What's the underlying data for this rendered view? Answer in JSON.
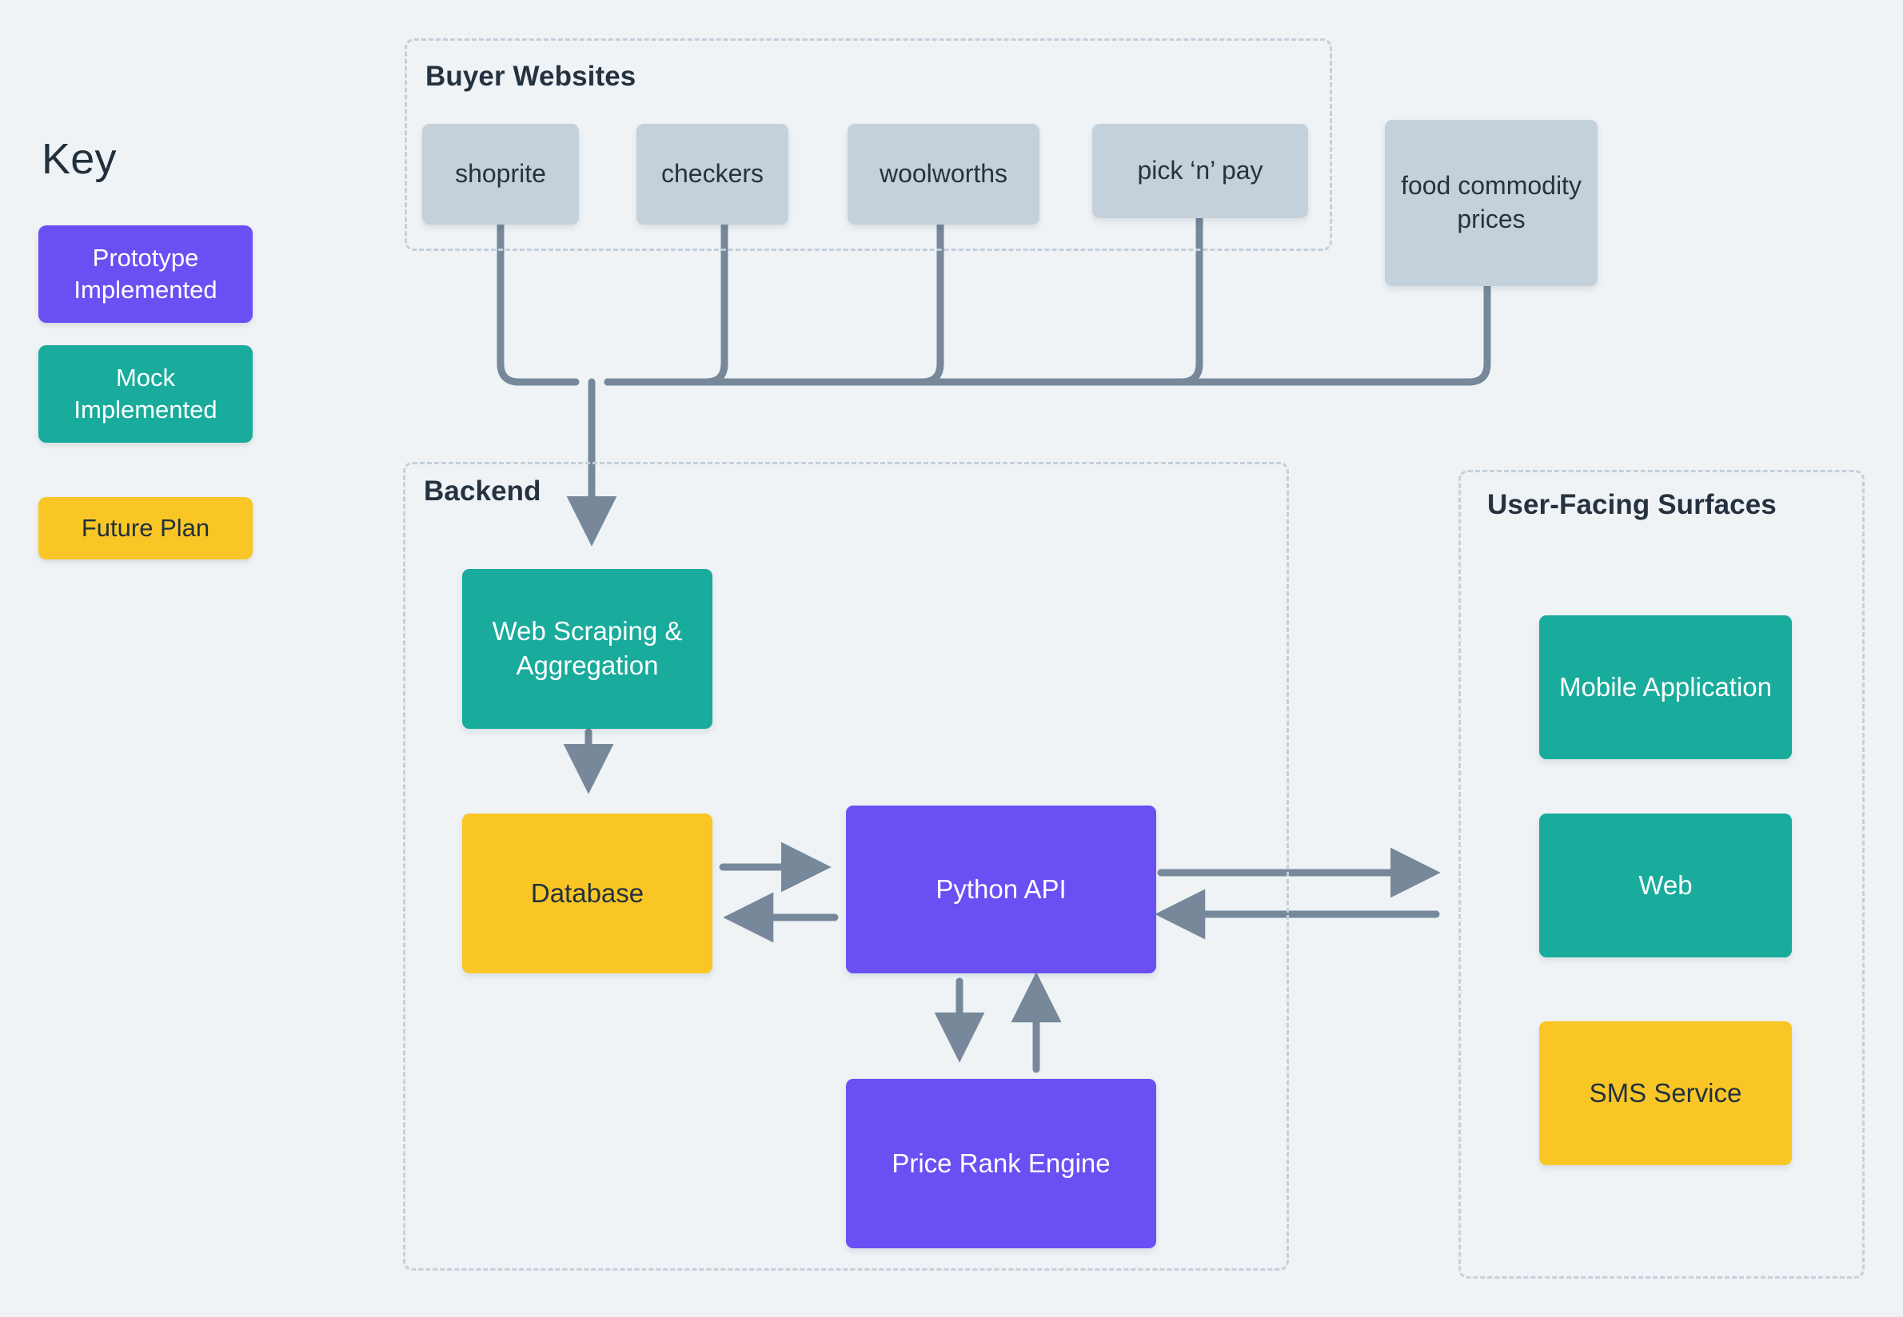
{
  "key": {
    "title": "Key",
    "items": [
      {
        "label": "Prototype Implemented",
        "color": "#6a50f3",
        "name": "prototype"
      },
      {
        "label": "Mock Implemented",
        "color": "#19ab9c",
        "name": "mock"
      },
      {
        "label": "Future Plan",
        "color": "#f9c626",
        "name": "future"
      }
    ]
  },
  "groups": {
    "buyer_websites": {
      "title": "Buyer Websites",
      "nodes": [
        {
          "label": "shoprite",
          "style": "grey"
        },
        {
          "label": "checkers",
          "style": "grey"
        },
        {
          "label": "woolworths",
          "style": "grey"
        },
        {
          "label": "pick ‘n’ pay",
          "style": "grey"
        }
      ]
    },
    "external": {
      "nodes": [
        {
          "label": "food commodity prices",
          "style": "grey"
        }
      ]
    },
    "backend": {
      "title": "Backend",
      "nodes": [
        {
          "label": "Web Scraping & Aggregation",
          "style": "teal"
        },
        {
          "label": "Database",
          "style": "yellow"
        },
        {
          "label": "Python API",
          "style": "purple"
        },
        {
          "label": "Price Rank Engine",
          "style": "purple"
        }
      ]
    },
    "user_facing_surfaces": {
      "title": "User-Facing Surfaces",
      "nodes": [
        {
          "label": "Mobile Application",
          "style": "teal"
        },
        {
          "label": "Web",
          "style": "teal"
        },
        {
          "label": "SMS Service",
          "style": "yellow"
        }
      ]
    }
  },
  "colors": {
    "background": "#eff3f6",
    "prototype_purple": "#6a50f3",
    "mock_teal": "#19ab9c",
    "future_yellow": "#f9c626",
    "source_grey": "#c4d0da",
    "connector_grey": "#76889a",
    "dashed_border": "#c3d0dc",
    "text_dark": "#22313d"
  },
  "connections": [
    {
      "from": "shoprite",
      "to": "web-scraping-aggregation"
    },
    {
      "from": "checkers",
      "to": "web-scraping-aggregation"
    },
    {
      "from": "woolworths",
      "to": "web-scraping-aggregation"
    },
    {
      "from": "pick-n-pay",
      "to": "web-scraping-aggregation"
    },
    {
      "from": "food-commodity-prices",
      "to": "web-scraping-aggregation"
    },
    {
      "from": "web-scraping-aggregation",
      "to": "database"
    },
    {
      "from": "database",
      "to": "python-api"
    },
    {
      "from": "python-api",
      "to": "database"
    },
    {
      "from": "python-api",
      "to": "price-rank-engine"
    },
    {
      "from": "price-rank-engine",
      "to": "python-api"
    },
    {
      "from": "python-api",
      "to": "user-facing-surfaces"
    },
    {
      "from": "user-facing-surfaces",
      "to": "python-api"
    }
  ]
}
